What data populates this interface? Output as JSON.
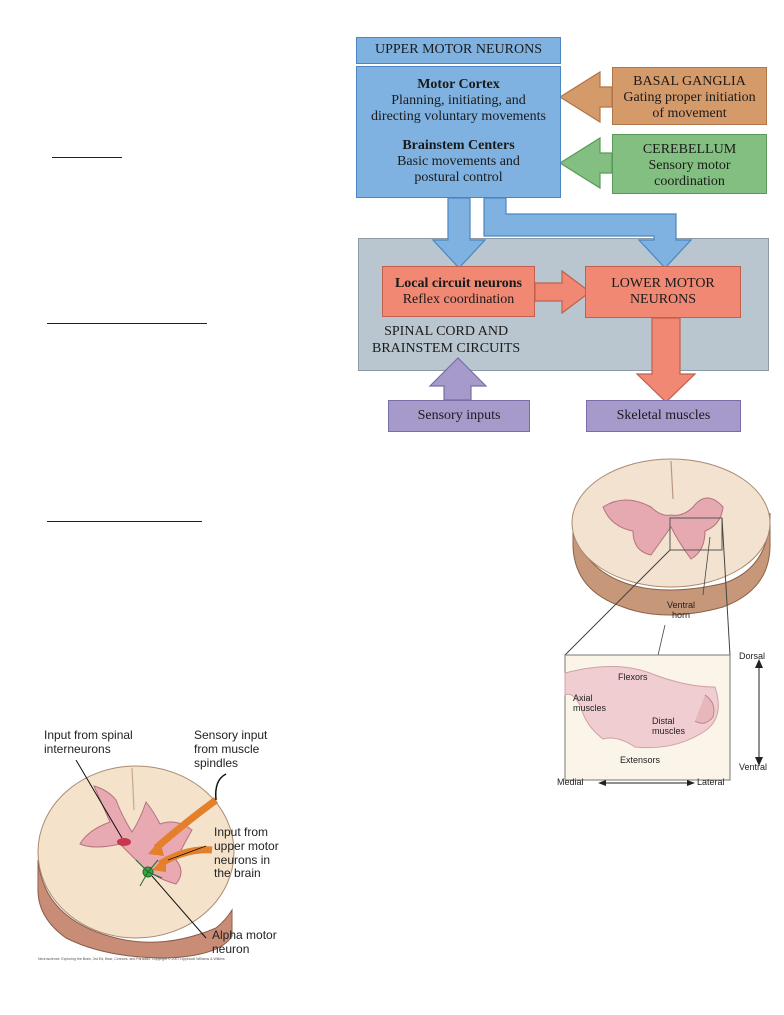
{
  "flowchart": {
    "upper_motor_neurons": "UPPER MOTOR NEURONS",
    "motor_cortex_title": "Motor Cortex",
    "motor_cortex_desc": [
      "Planning, initiating, and",
      "directing voluntary movements"
    ],
    "brainstem_title": "Brainstem Centers",
    "brainstem_desc": [
      "Basic movements and",
      "postural control"
    ],
    "basal_ganglia_title": "BASAL GANGLIA",
    "basal_ganglia_desc": [
      "Gating proper initiation",
      "of movement"
    ],
    "cerebellum_title": "CEREBELLUM",
    "cerebellum_desc": [
      "Sensory motor",
      "coordination"
    ],
    "local_circuit_title": "Local circuit neurons",
    "local_circuit_desc": "Reflex coordination",
    "lower_motor_neurons": [
      "LOWER MOTOR",
      "NEURONS"
    ],
    "spinal_cord_label": [
      "SPINAL CORD AND",
      "BRAINSTEM CIRCUITS"
    ],
    "sensory_inputs": "Sensory inputs",
    "skeletal_muscles": "Skeletal muscles",
    "colors": {
      "blue": "#7fb2e0",
      "blue_border": "#4a86c2",
      "orange": "#d59a6a",
      "green": "#82bf80",
      "gray": "#b9c6cf",
      "salmon": "#f08873",
      "purple": "#a69acb"
    }
  },
  "spinal_section_right": {
    "ventral_horn": [
      "Ventral",
      "horn"
    ],
    "flexors": "Flexors",
    "axial_muscles": [
      "Axial",
      "muscles"
    ],
    "distal_muscles": [
      "Distal",
      "muscles"
    ],
    "extensors": "Extensors",
    "dorsal": "Dorsal",
    "ventral": "Ventral",
    "medial": "Medial",
    "lateral": "Lateral"
  },
  "spinal_section_left": {
    "input_spinal_interneurons": [
      "Input from spinal",
      "interneurons"
    ],
    "sensory_input_spindles": [
      "Sensory input",
      "from muscle",
      "spindles"
    ],
    "input_upper_motor": [
      "Input from",
      "upper motor",
      "neurons in",
      "the brain"
    ],
    "alpha_motor_neuron": [
      "Alpha motor",
      "neuron"
    ],
    "credit": "Neuroscience: Exploring the Brain, 3rd Ed, Bear, Connors, and Paradiso. Copyright © 2007 Lippincott Williams & Wilkins"
  }
}
